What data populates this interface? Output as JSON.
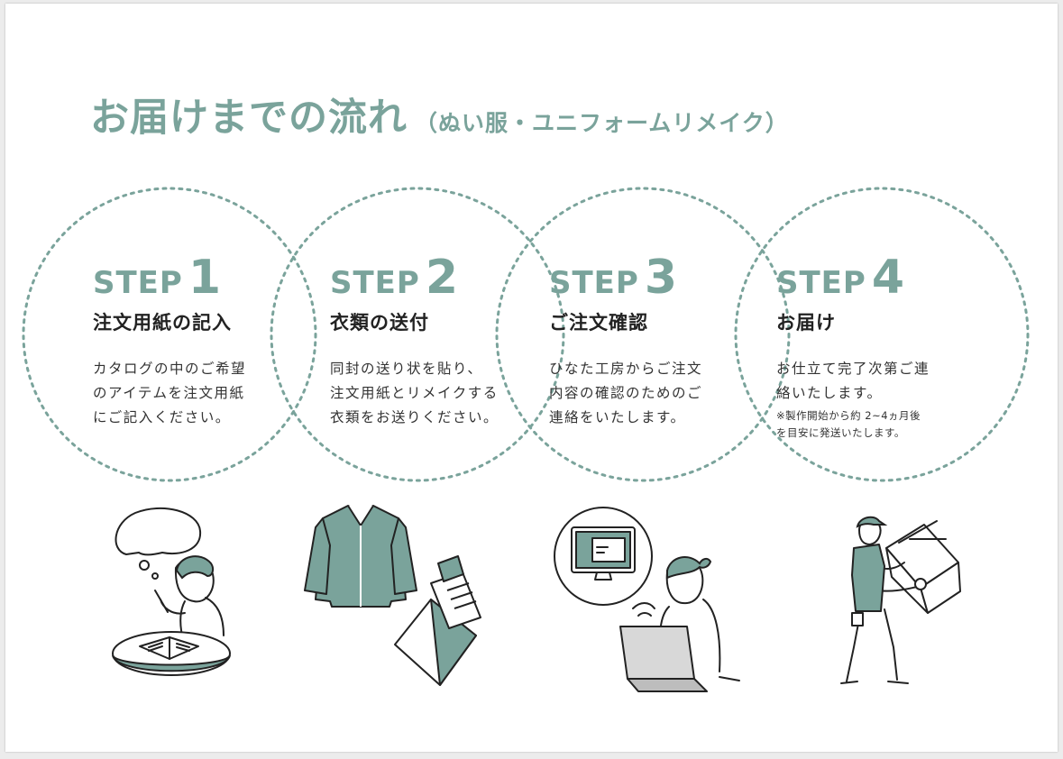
{
  "title": {
    "main": "お届けまでの流れ",
    "sub": "（ぬい服・ユニフォームリメイク）"
  },
  "colors": {
    "accent": "#7aa39b",
    "text": "#222222"
  },
  "steps": [
    {
      "word": "STEP",
      "number": "1",
      "title": "注文用紙の記入",
      "description": "カタログの中のご希望\nのアイテムを注文用紙\nにご記入ください。",
      "illustration": "person-writing-icon"
    },
    {
      "word": "STEP",
      "number": "2",
      "title": "衣類の送付",
      "description": "同封の送り状を貼り、\n注文用紙とリメイクする\n衣類をお送りください。",
      "illustration": "shirt-and-package-icon"
    },
    {
      "word": "STEP",
      "number": "3",
      "title": "ご注文確認",
      "description": "ひなた工房からご注文\n内容の確認のためのご\n連絡をいたします。",
      "illustration": "person-at-laptop-icon"
    },
    {
      "word": "STEP",
      "number": "4",
      "title": "お届け",
      "description": "お仕立て完了次第ご連\n絡いたします。",
      "note": "※製作開始から約 2~4ヵ月後\nを目安に発送いたします。",
      "illustration": "delivery-person-icon"
    }
  ]
}
